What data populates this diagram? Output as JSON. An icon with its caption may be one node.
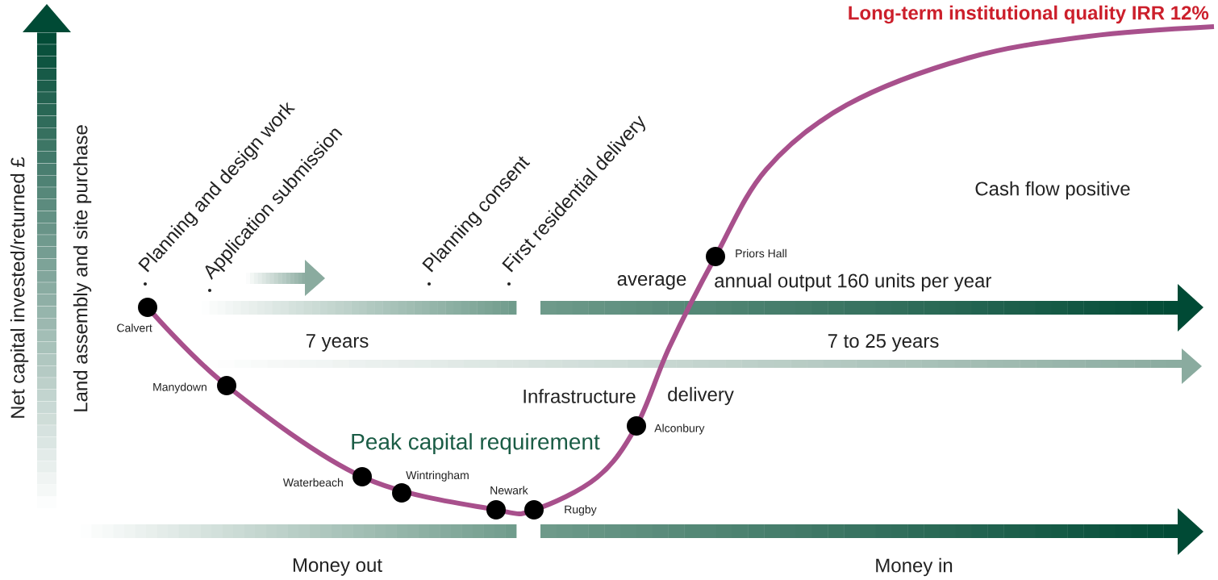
{
  "diagram": {
    "nodes": [
      {
        "text": [],
        "shape": "circle",
        "beside": [
          "Calvert"
        ]
      },
      {
        "text": [],
        "shape": "circle",
        "beside": [
          "Manydown"
        ]
      },
      {
        "text": [],
        "shape": "circle",
        "beside": [
          "Waterbeach"
        ]
      },
      {
        "text": [],
        "shape": "circle",
        "beside": [
          "Wintringham"
        ]
      },
      {
        "text": [],
        "shape": "circle",
        "beside": [
          "Newark"
        ]
      },
      {
        "text": [],
        "shape": "circle",
        "beside": [
          "Rugby"
        ]
      },
      {
        "text": [],
        "shape": "circle",
        "beside": [
          "Alconbury"
        ]
      },
      {
        "text": [],
        "shape": "circle",
        "beside": [
          "Priors Hall"
        ]
      }
    ],
    "labels": [
      "Long-term institutional quality IRR 12%",
      "Net capital invested/returned £",
      "Land assembly and site purchase",
      "Planning and design work",
      "Application submission",
      "Planning consent",
      "First residential delivery",
      "Cash flow positive",
      "average",
      "annual output 160 units per year",
      "7 years",
      "7 to 25 years",
      "Infrastructure",
      "delivery",
      "Peak capital requirement",
      "Money out",
      "Money in"
    ]
  }
}
